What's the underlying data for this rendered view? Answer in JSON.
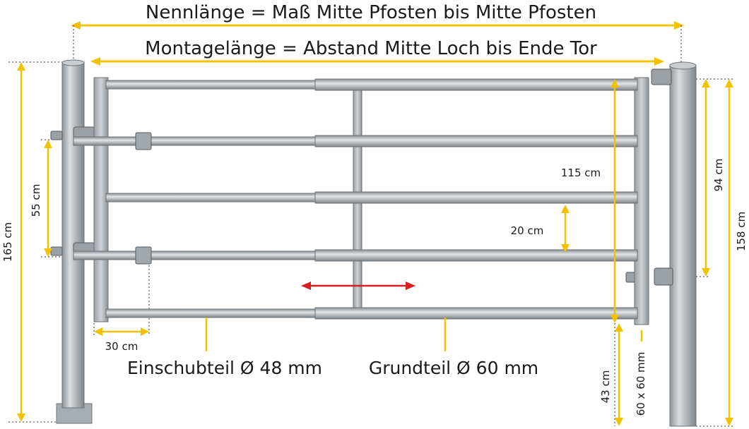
{
  "title_line1": "Nennlänge = Maß Mitte Pfosten bis Mitte Pfosten",
  "title_line2": "Montagelänge = Abstand Mitte Loch bis Ende Tor",
  "dims": {
    "h165": "165 cm",
    "h55": "55 cm",
    "h30": "30 cm",
    "h115": "115 cm",
    "h20": "20 cm",
    "h94": "94 cm",
    "h158": "158 cm",
    "h43": "43 cm",
    "post_size": "60 x 60 mm"
  },
  "parts": {
    "insert": "Einschubteil Ø 48 mm",
    "base": "Grundteil Ø 60 mm"
  },
  "colors": {
    "dimension": "#f2c200",
    "arrow": "#d42020",
    "steel": "#b9bec3"
  }
}
